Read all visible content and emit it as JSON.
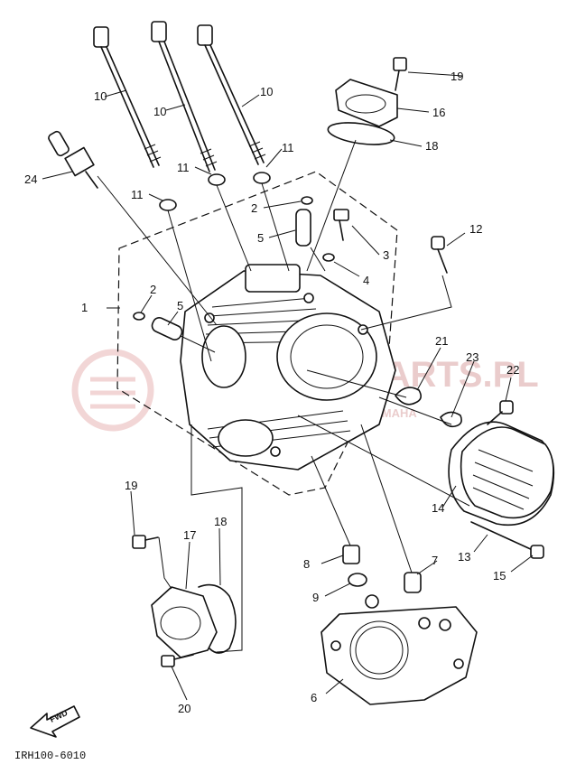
{
  "labels": {
    "p1": "1",
    "p2a": "2",
    "p2b": "2",
    "p3": "3",
    "p4": "4",
    "p5a": "5",
    "p5b": "5",
    "p6": "6",
    "p7": "7",
    "p8": "8",
    "p9": "9",
    "p10a": "10",
    "p10b": "10",
    "p10c": "10",
    "p11a": "11",
    "p11b": "11",
    "p11c": "11",
    "p12": "12",
    "p13": "13",
    "p14": "14",
    "p15": "15",
    "p16": "16",
    "p17": "17",
    "p18a": "18",
    "p18b": "18",
    "p19a": "19",
    "p19b": "19",
    "p20": "20",
    "p21": "21",
    "p22": "22",
    "p23": "23",
    "p24": "24"
  },
  "fwd_label": "FWD",
  "diagram_code": "IRH100-6010",
  "watermark": {
    "text": "YAMAHAPARTS.PL",
    "subtext": "WWW.YAMAHA-DEALER.PL-YAMAHA"
  }
}
